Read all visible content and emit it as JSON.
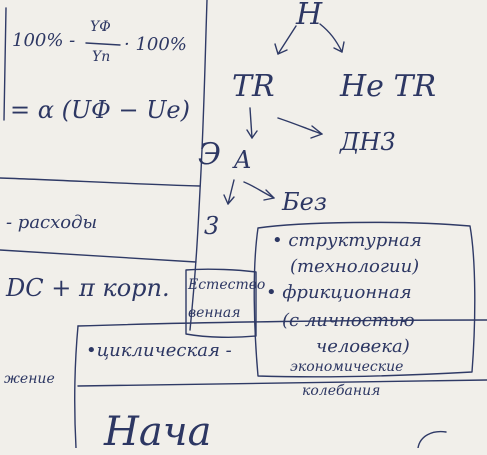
{
  "formula": {
    "line1_prefix": "100% -",
    "fraction_num": "YΦ",
    "fraction_den": "Yn",
    "line1_suffix": "· 100%",
    "line2": "= α (UΦ − Ue)"
  },
  "tree": {
    "root": "H",
    "left_branch": "TR",
    "right_branch": "He TR",
    "dnz": "ДН3",
    "e_label": "Э",
    "a_node": "A",
    "bez": "Без",
    "z_node": "3"
  },
  "types_box": {
    "item1": "• структурная",
    "item1_note": "(технологии)",
    "item2": "• фрикционная",
    "item2_note_1": "(с личностью",
    "item2_note_2": "человека)"
  },
  "side_label": {
    "line1": "Естество",
    "line2": "венная"
  },
  "left_notes": {
    "raskhody": "- расходы",
    "dc": "DC + π корп.",
    "zhenie": "жение"
  },
  "bottom": {
    "cyclical": "•циклическая -",
    "econ_1": "экономические",
    "econ_2": "колебания",
    "big_word": "Нача"
  }
}
